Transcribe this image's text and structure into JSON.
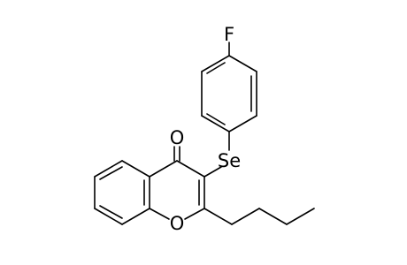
{
  "molecule": {
    "atoms": {
      "fluorine": "F",
      "selenium": "Se",
      "carbonyl_oxygen": "O",
      "ring_oxygen": "O"
    }
  }
}
